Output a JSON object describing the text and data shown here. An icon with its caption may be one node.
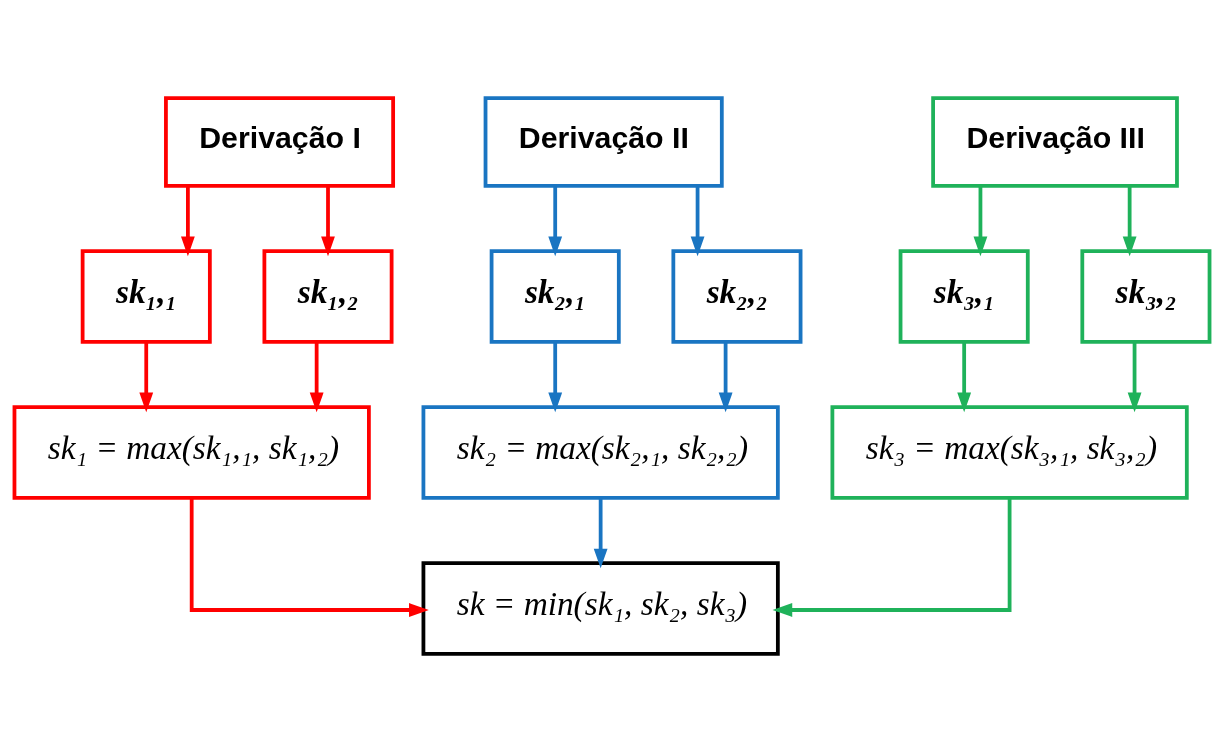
{
  "diagram": {
    "nodes": [
      {
        "text": [
          "Derivação I"
        ]
      },
      {
        "text": [
          "Derivação II"
        ]
      },
      {
        "text": [
          "Derivação III"
        ]
      },
      {
        "text": [
          "sk₁,₁"
        ]
      },
      {
        "text": [
          "sk₁,₂"
        ]
      },
      {
        "text": [
          "sk₂,₁"
        ]
      },
      {
        "text": [
          "sk₂,₂"
        ]
      },
      {
        "text": [
          "sk₃,₁"
        ]
      },
      {
        "text": [
          "sk₃,₂"
        ]
      },
      {
        "text": [
          "sk₁ = max(sk₁,₁, sk₁,₂)"
        ]
      },
      {
        "text": [
          "sk₂ = max(sk₂,₁, sk₂,₂)"
        ]
      },
      {
        "text": [
          "sk₃ = max(sk₃,₁, sk₃,₂)"
        ]
      },
      {
        "text": [
          "sk = min(sk₁, sk₂, sk₃)"
        ]
      }
    ],
    "edges": [
      {
        "from": 0,
        "to": 3,
        "arrow": "to",
        "color": "#ff0000"
      },
      {
        "from": 0,
        "to": 4,
        "arrow": "to",
        "color": "#ff0000"
      },
      {
        "from": 1,
        "to": 5,
        "arrow": "to",
        "color": "#1a75c2"
      },
      {
        "from": 1,
        "to": 6,
        "arrow": "to",
        "color": "#1a75c2"
      },
      {
        "from": 2,
        "to": 7,
        "arrow": "to",
        "color": "#1fb25a"
      },
      {
        "from": 2,
        "to": 8,
        "arrow": "to",
        "color": "#1fb25a"
      },
      {
        "from": 3,
        "to": 9,
        "arrow": "to",
        "color": "#ff0000"
      },
      {
        "from": 4,
        "to": 9,
        "arrow": "to",
        "color": "#ff0000"
      },
      {
        "from": 5,
        "to": 10,
        "arrow": "to",
        "color": "#1a75c2"
      },
      {
        "from": 6,
        "to": 10,
        "arrow": "to",
        "color": "#1a75c2"
      },
      {
        "from": 7,
        "to": 11,
        "arrow": "to",
        "color": "#1fb25a"
      },
      {
        "from": 8,
        "to": 11,
        "arrow": "to",
        "color": "#1fb25a"
      },
      {
        "from": 9,
        "to": 12,
        "arrow": "to",
        "color": "#ff0000"
      },
      {
        "from": 10,
        "to": 12,
        "arrow": "to",
        "color": "#1a75c2"
      },
      {
        "from": 11,
        "to": 12,
        "arrow": "to",
        "color": "#1fb25a"
      }
    ]
  }
}
